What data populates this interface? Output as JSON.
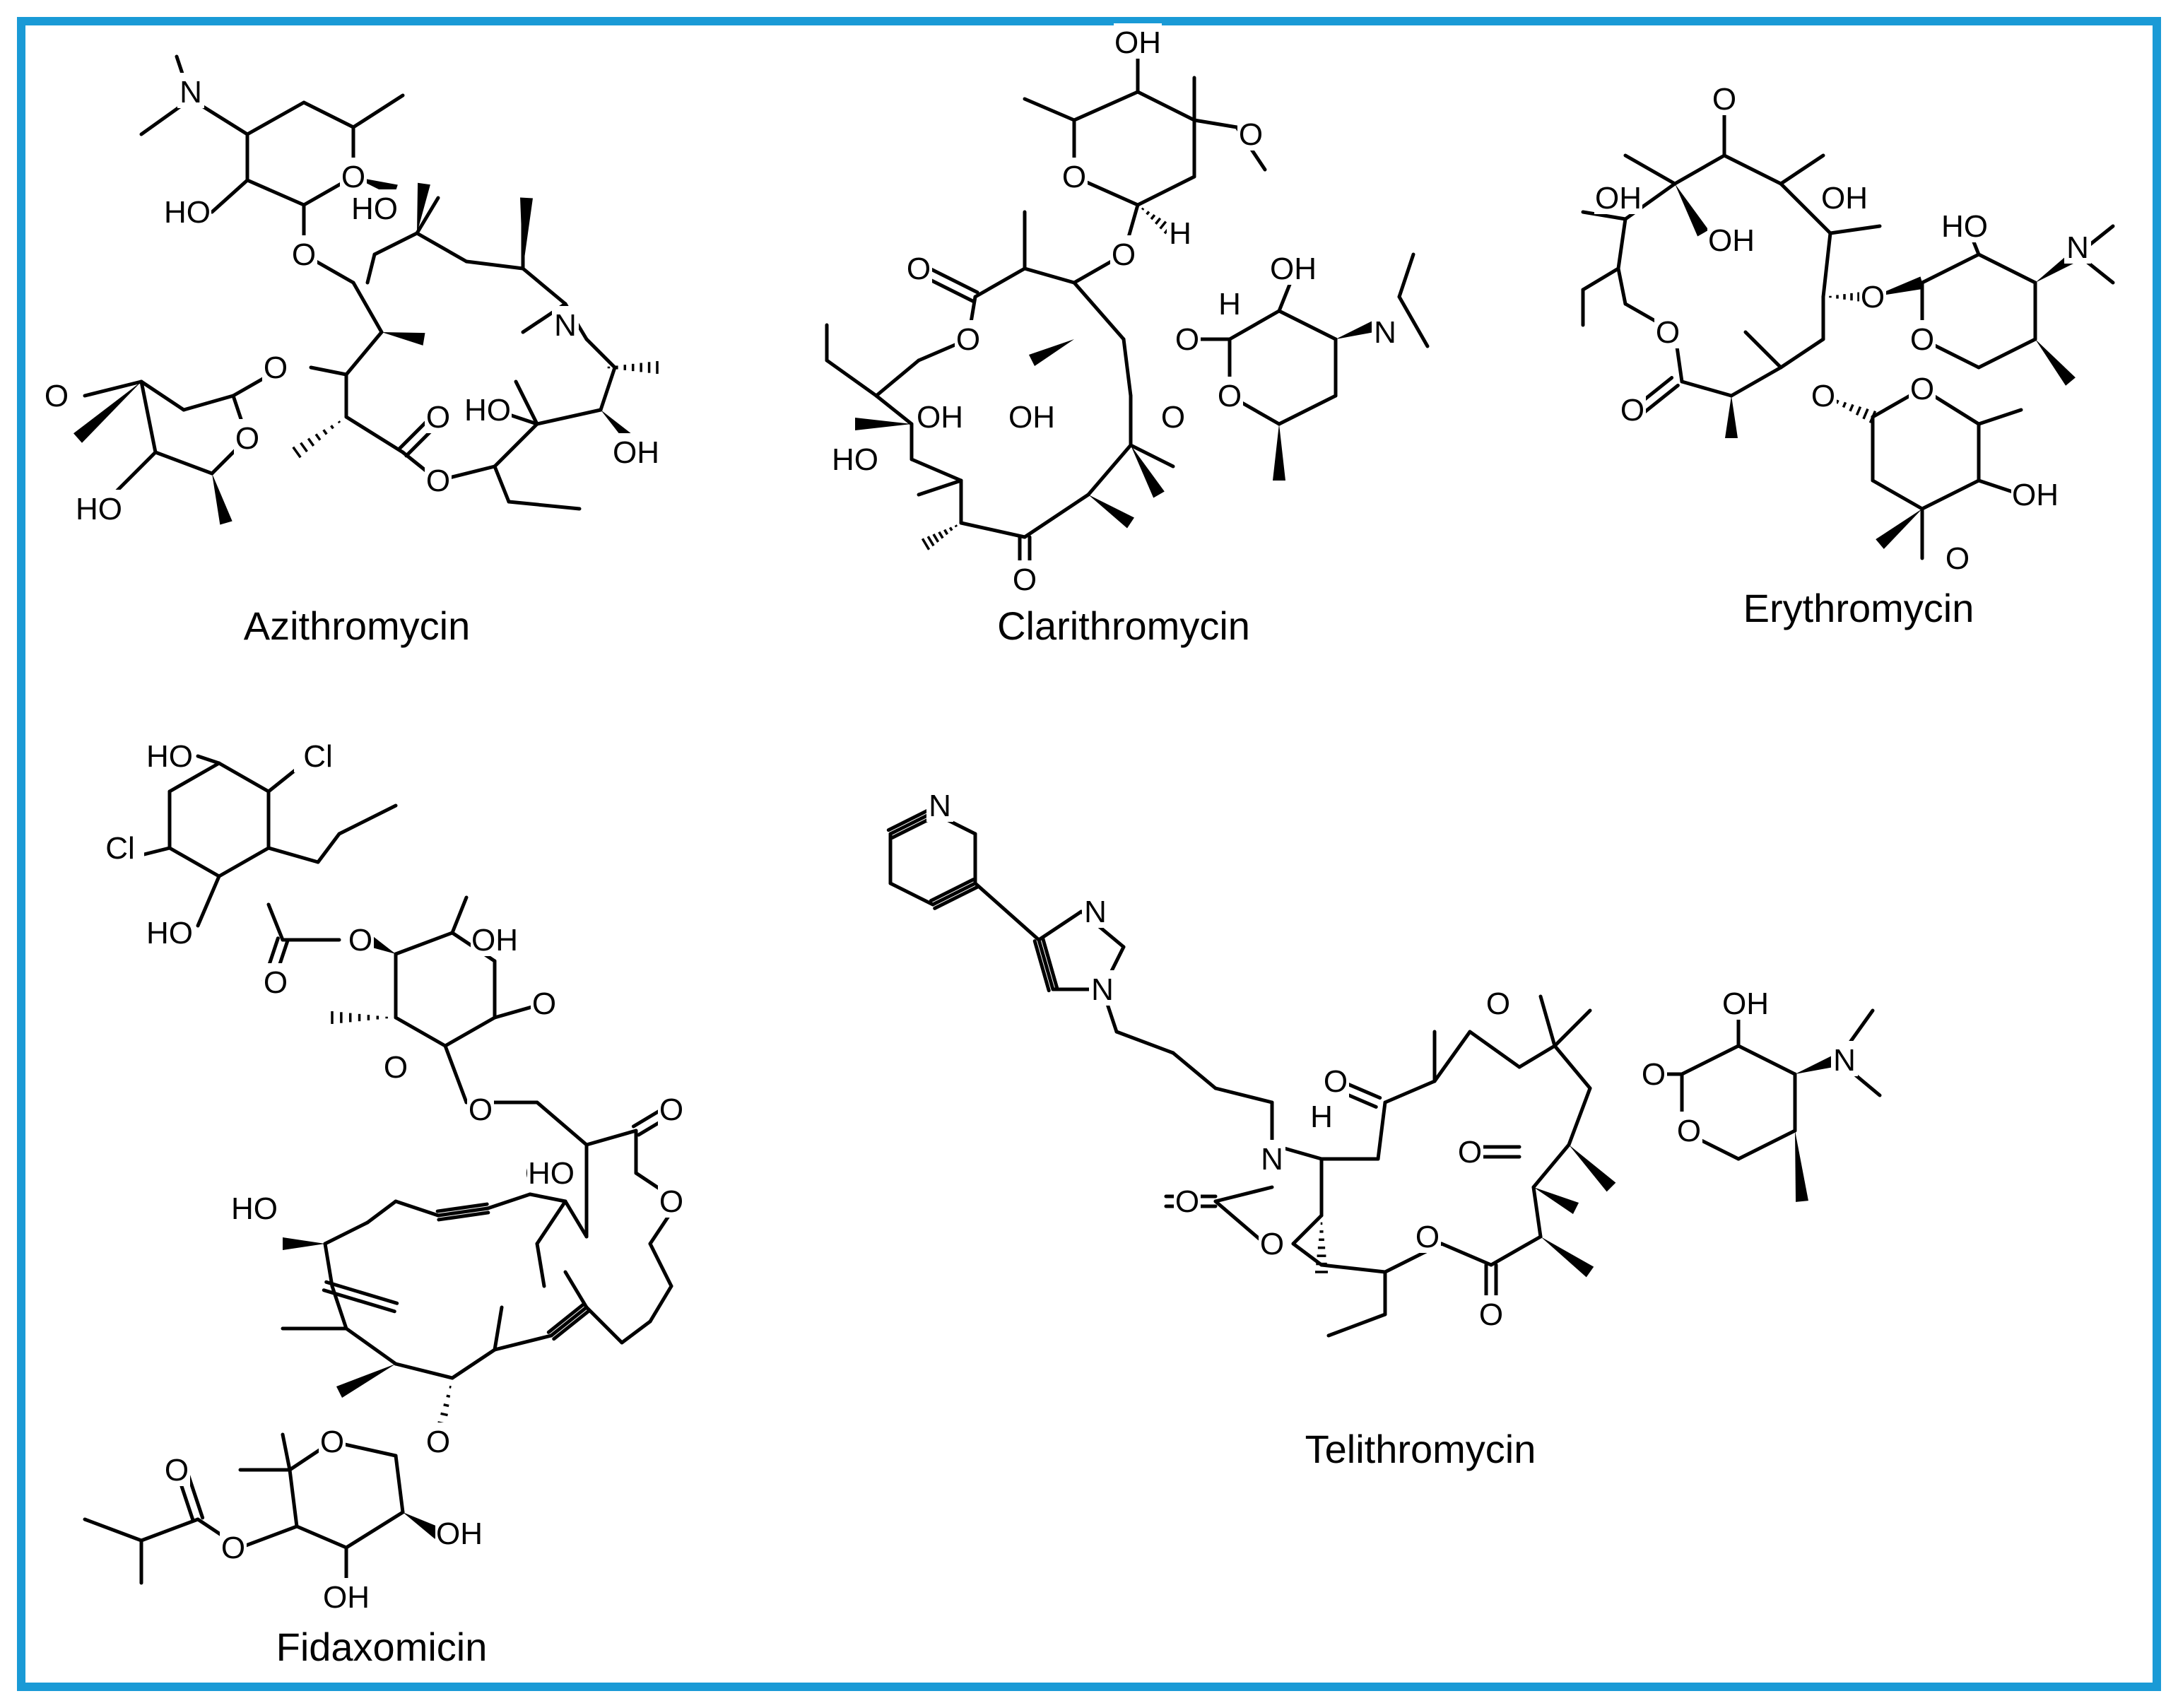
{
  "frame_color": "#1a9ad6",
  "compounds": [
    {
      "name": "Azithromycin",
      "atom_labels": [
        "N",
        "O",
        "HO",
        "HO",
        "O",
        "N",
        "O",
        "O",
        "O",
        "O",
        "HO",
        "OH",
        "O",
        "HO"
      ]
    },
    {
      "name": "Clarithromycin",
      "atom_labels": [
        "OH",
        "O",
        "O",
        "H",
        "O",
        "O",
        "O",
        "O",
        "OH",
        "H",
        "OH",
        "N",
        "O",
        "O",
        "HO",
        "OH",
        "O"
      ]
    },
    {
      "name": "Erythromycin",
      "atom_labels": [
        "O",
        "OH",
        "OH",
        "OH",
        "HO",
        "N",
        "O",
        "O",
        "O",
        "O",
        "O",
        "O",
        "OH",
        "O"
      ]
    },
    {
      "name": "Fidaxomicin",
      "atom_labels": [
        "HO",
        "Cl",
        "Cl",
        "HO",
        "O",
        "O",
        "OH",
        "O",
        "O",
        "O",
        "O",
        "O",
        "HO",
        "O",
        "HO",
        "O",
        "O",
        "O",
        "O",
        "OH",
        "OH"
      ]
    },
    {
      "name": "Telithromycin",
      "atom_labels": [
        "N",
        "N",
        "N",
        "O",
        "O",
        "O",
        "OH",
        "N",
        "O",
        "O",
        "N",
        "H",
        "O",
        "O",
        "O",
        "O"
      ]
    }
  ]
}
